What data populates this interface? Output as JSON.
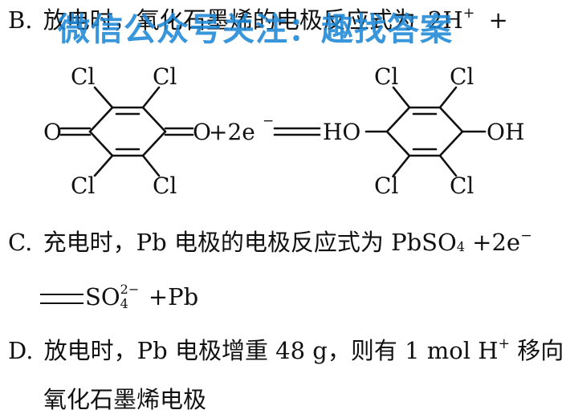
{
  "option_b": {
    "letter": "B.",
    "text": "放电时，氧化石墨烯的电极反应式为",
    "tail": "2H",
    "tail_sup": "+",
    "plus": "+"
  },
  "watermark": "微信公众号关注：趣找答案",
  "reaction": {
    "cl": "Cl",
    "o": "O",
    "plus_2e": "+2e",
    "minus": "−",
    "ho": "HO",
    "oh": "OH"
  },
  "option_c": {
    "letter": "C.",
    "text": "充电时，Pb 电极的电极反应式为 PbSO",
    "sub4": "4",
    "tail": " +2e",
    "tail_sup": "−",
    "line2_sym": "SO",
    "line2_sup": "2−",
    "line2_sub": "4",
    "line2_tail": " +Pb"
  },
  "option_d": {
    "letter": "D.",
    "text": "放电时，Pb 电极增重 48 g，则有 1 mol H",
    "sup": "+",
    "tail": " 移向",
    "line2": "氧化石墨烯电极"
  }
}
